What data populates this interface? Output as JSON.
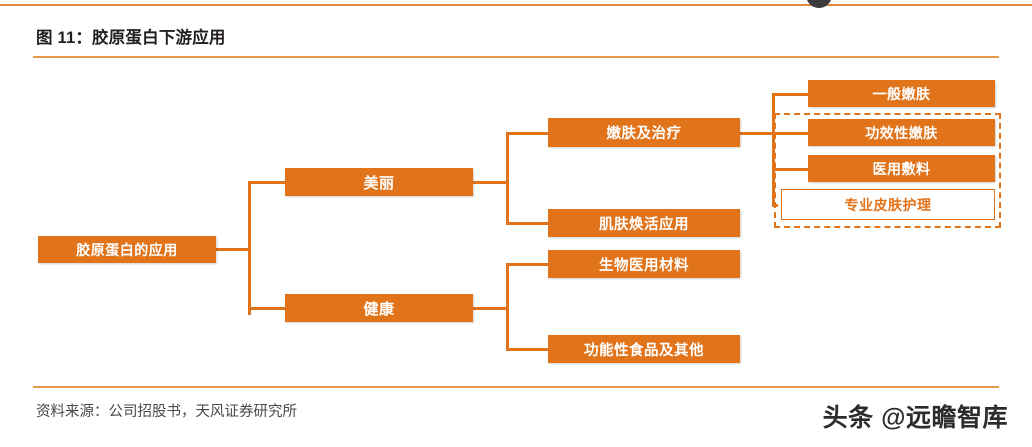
{
  "header": {
    "title": "图 11：胶原蛋白下游应用",
    "accent_color": "#e08b3c"
  },
  "footer": {
    "source": "资料来源：公司招股书，天风证券研究所",
    "watermark": "头条 @远瞻智库"
  },
  "theme": {
    "node_fill": "#e1731a",
    "node_text": "#ffffff",
    "outlined_text": "#e1731a",
    "connector": "#e1731a",
    "page_background": "#ffffff"
  },
  "diagram": {
    "type": "tree",
    "orientation": "left-to-right",
    "root": {
      "label": "胶原蛋白的应用"
    },
    "level2": [
      {
        "label": "美丽"
      },
      {
        "label": "健康"
      }
    ],
    "level3": [
      {
        "label": "嫩肤及治疗",
        "parent": "美丽"
      },
      {
        "label": "肌肤焕活应用",
        "parent": "美丽"
      },
      {
        "label": "生物医用材料",
        "parent": "健康"
      },
      {
        "label": "功能性食品及其他",
        "parent": "健康"
      }
    ],
    "level4": [
      {
        "label": "一般嫩肤",
        "parent": "嫩肤及治疗",
        "style": "filled"
      },
      {
        "label": "功效性嫩肤",
        "parent": "嫩肤及治疗",
        "style": "filled"
      },
      {
        "label": "医用敷料",
        "parent": "嫩肤及治疗",
        "style": "filled"
      },
      {
        "label": "专业皮肤护理",
        "parent": "嫩肤及治疗",
        "style": "outlined"
      }
    ],
    "grouping": {
      "label": "专业皮肤护理",
      "members": [
        "功效性嫩肤",
        "医用敷料",
        "专业皮肤护理"
      ],
      "border_style": "dashed",
      "border_color": "#e1731a"
    }
  }
}
